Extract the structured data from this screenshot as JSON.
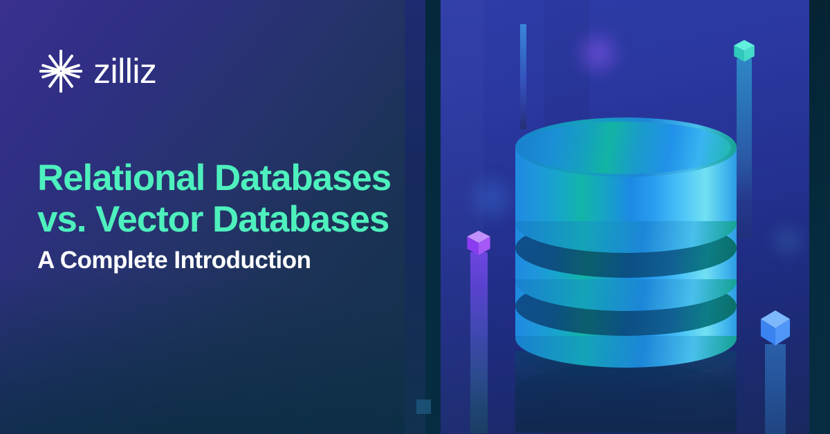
{
  "brand": {
    "name": "zilliz",
    "logo_icon": "asterisk-star-icon",
    "logo_color": "#ffffff"
  },
  "headline": {
    "line1": "Relational Databases",
    "line2": "vs. Vector Databases",
    "color": "#4ef0bd"
  },
  "subheadline": {
    "text": "A Complete Introduction",
    "color": "#ffffff"
  },
  "illustration": {
    "main_graphic": "database-cylinder-icon",
    "cylinder_segments": 3,
    "cylinder_gradient_from": "#1f8ae0",
    "cylinder_gradient_mid": "#12b5a8",
    "cylinder_gradient_to": "#72e0f2",
    "decorations": [
      {
        "name": "teal-cube-on-bar",
        "cube_color": "#46e6cf",
        "bar_color": "#2f86c4"
      },
      {
        "name": "purple-cube-on-bar",
        "cube_color": "#a855f7",
        "bar_color": "#6d46e0"
      },
      {
        "name": "blue-cube-on-bar",
        "cube_color": "#5fa5fb",
        "bar_color": "#2a5fa8"
      },
      {
        "name": "thin-accent-bar",
        "bar_color": "#3b8fe0"
      },
      {
        "name": "small-flat-square",
        "color": "#1d5a7e"
      }
    ]
  },
  "background": {
    "left_gradient_from": "#3a3090",
    "left_gradient_to": "#082b41",
    "right_panel_from": "#2e3ca8",
    "right_panel_to": "#19295f",
    "edge_band_color": "#042434"
  }
}
